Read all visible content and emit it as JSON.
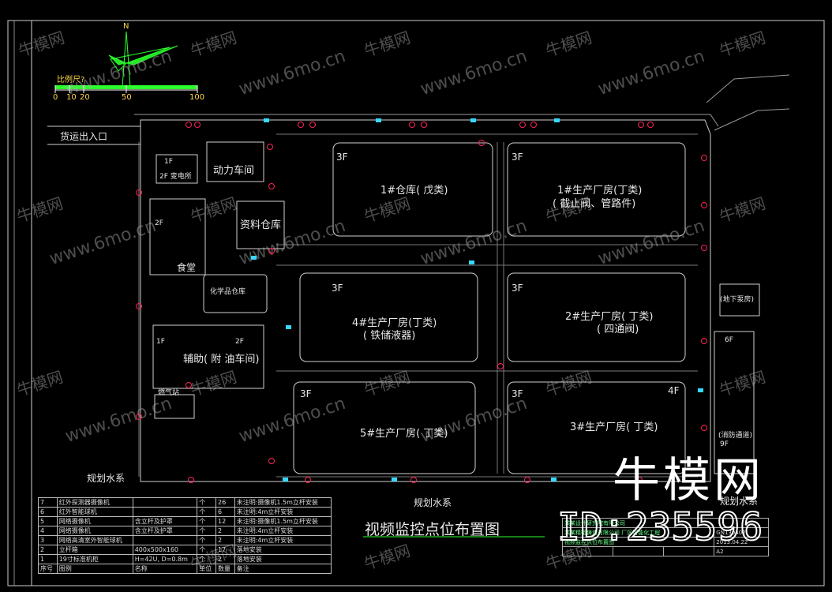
{
  "scale": {
    "label": "比例尺?",
    "ticks": [
      "0",
      "10",
      "20",
      "50",
      "100"
    ]
  },
  "title": "视频监控点位布置图",
  "big_watermark": "牛模网",
  "watermark_id": "ID:235596",
  "watermark_text": "牛模网",
  "watermark_url": "www.6mo.cn",
  "buildings": [
    {
      "id": "warehouse1",
      "label": "1#仓库( 戊类)",
      "floors": "3F"
    },
    {
      "id": "plant1",
      "label": "1#生产厂房(丁类)",
      "sub": "( 截止阀、管路件)",
      "floors": "3F"
    },
    {
      "id": "plant4",
      "label": "4#生产厂房(丁类)",
      "sub": "( 铁储液器)",
      "floors": "3F"
    },
    {
      "id": "plant2",
      "label": "2#生产厂房( 丁类)",
      "sub": "( 四通阀)",
      "floors": "3F"
    },
    {
      "id": "plant5",
      "label": "5#生产厂房( 丁类)",
      "floors": "3F"
    },
    {
      "id": "plant3",
      "label": "3#生产厂房( 丁类)",
      "floors": "3F",
      "floors2": "4F"
    },
    {
      "id": "power",
      "label": "动力车间"
    },
    {
      "id": "substation",
      "label": "2F 变电所",
      "floors": "1F"
    },
    {
      "id": "material",
      "label": "资料仓库"
    },
    {
      "id": "aux",
      "label": "辅助( 附 油车间)",
      "floors": "1F",
      "floors2": "2F"
    },
    {
      "id": "canteen",
      "label": "食堂",
      "floors": "2F"
    },
    {
      "id": "chem",
      "label": "化学品仓库"
    },
    {
      "id": "gasstation",
      "label": "燃气站"
    }
  ],
  "labels": {
    "entrance": "货运出入口",
    "river1": "规划水系",
    "river2": "规划水系",
    "river3": "规划水系",
    "sixF": "6F",
    "nineF": "9F",
    "fire": "(消防通道)",
    "underground": "(地下泵房)"
  },
  "legend": {
    "rows": [
      [
        "7",
        "红外探测器摄像机",
        "",
        "个",
        "26",
        "未注明:摄像机1.5m立杆安装"
      ],
      [
        "6",
        "红外智能球机",
        "",
        "个",
        "6",
        "未注明:4m立杆安装"
      ],
      [
        "5",
        "网络摄像机",
        "含立杆及护罩",
        "个",
        "12",
        "未注明:摄像机1.5m立杆安装"
      ],
      [
        "4",
        "网络摄像机",
        "含立杆及护罩",
        "个",
        "2",
        "未注明:4m立杆安装"
      ],
      [
        "3",
        "网络高清室外智能球机",
        "",
        "个",
        "2",
        "未注明:4m立杆安装"
      ],
      [
        "2",
        "立杆箱",
        "400x500x160",
        "个",
        "17",
        "落地安装"
      ],
      [
        "1",
        "19寸标准机柜",
        "H=42U, D=0.8m",
        "个",
        "2",
        "落地安装"
      ],
      [
        "序号",
        "图例",
        "名称",
        "单位",
        "数量",
        "备注"
      ]
    ]
  },
  "titleblock": {
    "company": "某某设计研究院有限公司",
    "project": "某某精密铸造有限公司 厂区智能化工程",
    "drawing": "视频监控点位布置图",
    "number": "GN130402",
    "date": "2013.04.22",
    "sheet": "A2"
  }
}
